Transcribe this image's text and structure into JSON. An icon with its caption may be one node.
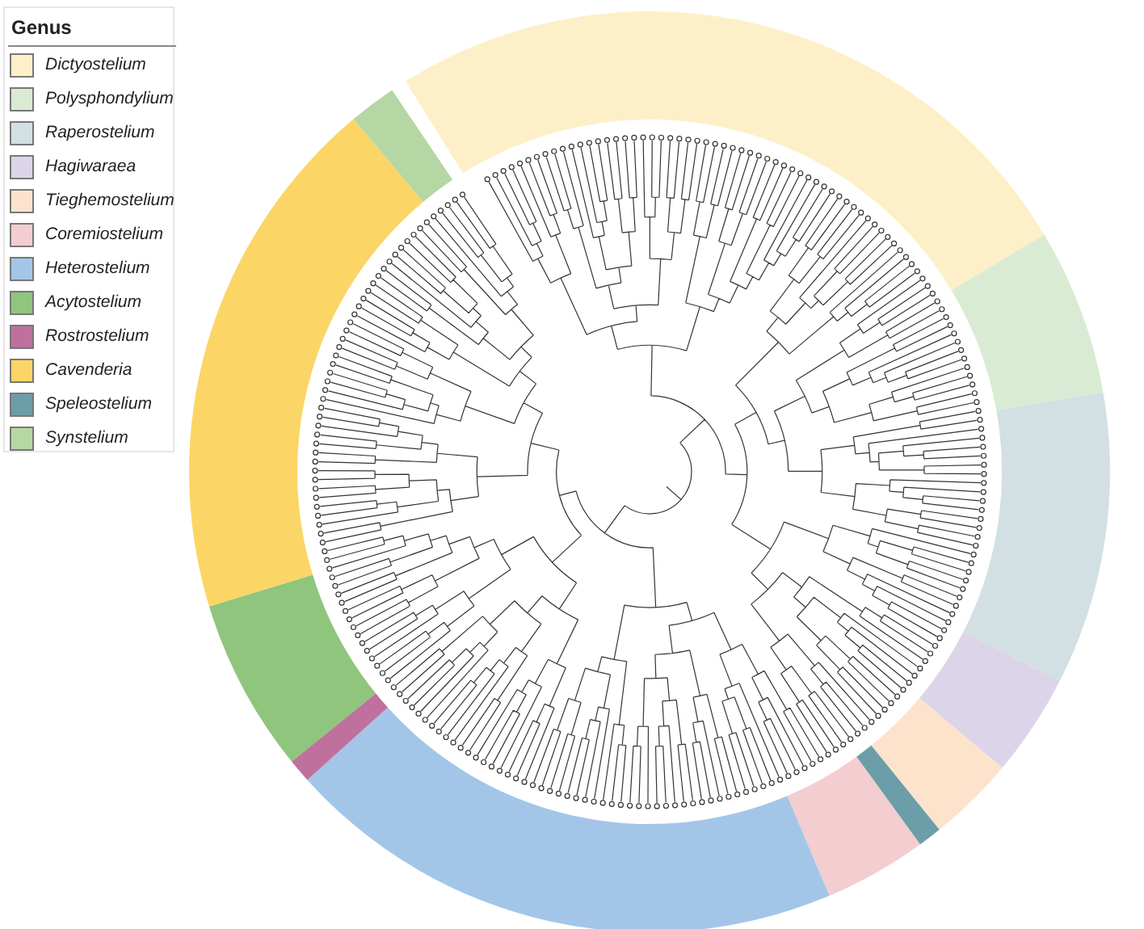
{
  "diagram": {
    "labels": [
      "Genus"
    ],
    "legend": [
      {
        "text": "Dictyostelium",
        "color": "#fdf0c8"
      },
      {
        "text": "Polysphondylium",
        "color": "#d9ebd3"
      },
      {
        "text": "Raperostelium",
        "color": "#d3e0e3"
      },
      {
        "text": "Hagiwaraea",
        "color": "#dcd5ea"
      },
      {
        "text": "Tieghemostelium",
        "color": "#fde3cc"
      },
      {
        "text": "Coremiostelium",
        "color": "#f3cdd0"
      },
      {
        "text": "Heterostelium",
        "color": "#a3c6e8"
      },
      {
        "text": "Acytostelium",
        "color": "#8fc57c"
      },
      {
        "text": "Rostrostelium",
        "color": "#c0709c"
      },
      {
        "text": "Cavenderia",
        "color": "#fbd566"
      },
      {
        "text": "Speleostelium",
        "color": "#6b9ea8"
      },
      {
        "text": "Synstelium",
        "color": "#b5d7a3"
      }
    ]
  }
}
